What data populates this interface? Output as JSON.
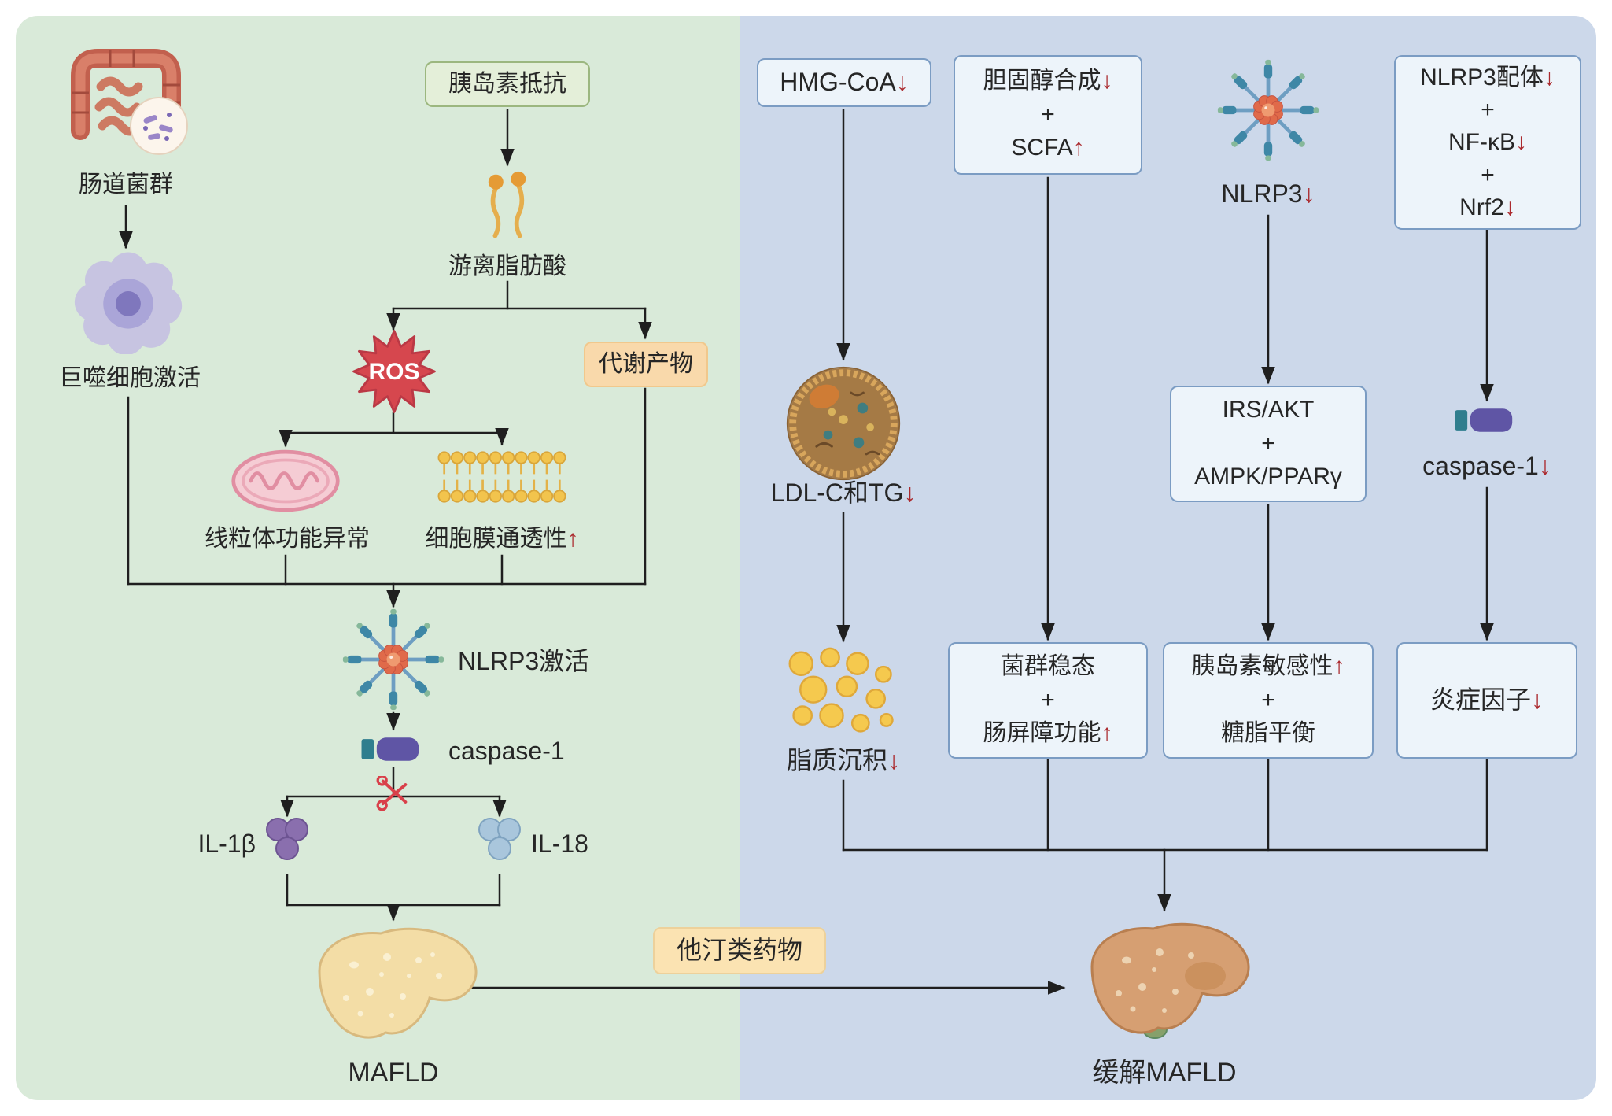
{
  "colors": {
    "left_bg": "#d9ead9",
    "right_bg": "#ccd8ea",
    "box_blue_bg": "#edf4fa",
    "box_blue_border": "#7b9cc3",
    "box_green_bg": "#e4efd9",
    "box_orange_bg": "#f9d9ab",
    "statin_box_bg": "#fbe3b2",
    "red_arrow": "#ab2a2e",
    "ros_fill": "#d6474e",
    "connector_line": "#1f1f1f"
  },
  "left": {
    "gut_label": "肠道菌群",
    "macrophage_label": "巨噬细胞激活",
    "insulin_box": "胰岛素抵抗",
    "ffa_label": "游离脂肪酸",
    "ros_label": "ROS",
    "metabolites_box": "代谢产物",
    "mito_label": "线粒体功能异常",
    "membrane_label": {
      "text": "细胞膜通透性",
      "arrow": "↑"
    },
    "nlrp3_label": "NLRP3激活",
    "caspase_label": "caspase-1",
    "il1b_label": "IL-1β",
    "il18_label": "IL-18",
    "liver_label": "MAFLD"
  },
  "statin_box": "他汀类药物",
  "right": {
    "col1": {
      "top_box": {
        "text": "HMG-CoA",
        "arrow": "↓"
      },
      "ldl_label": {
        "text": "LDL-C和TG",
        "arrow": "↓"
      },
      "lipid_label": {
        "text": "脂质沉积",
        "arrow": "↓"
      }
    },
    "col2": {
      "top_box": [
        {
          "text": "胆固醇合成",
          "arrow": "↓"
        },
        {
          "text": "+"
        },
        {
          "text": "SCFA",
          "arrow": "↑"
        }
      ],
      "bottom_box": [
        {
          "text": "菌群稳态"
        },
        {
          "text": "+"
        },
        {
          "text": "肠屏障功能",
          "arrow": "↑"
        }
      ]
    },
    "col3": {
      "nlrp3_label": {
        "text": "NLRP3",
        "arrow": "↓"
      },
      "mid_box": [
        {
          "text": "IRS/AKT"
        },
        {
          "text": "+"
        },
        {
          "text": "AMPK/PPARγ"
        }
      ],
      "bottom_box": [
        {
          "text": "胰岛素敏感性",
          "arrow": "↑"
        },
        {
          "text": "+"
        },
        {
          "text": "糖脂平衡"
        }
      ]
    },
    "col4": {
      "top_box": [
        {
          "text": "NLRP3配体",
          "arrow": "↓"
        },
        {
          "text": "+"
        },
        {
          "text": "NF-κB",
          "arrow": "↓"
        },
        {
          "text": "+"
        },
        {
          "text": "Nrf2",
          "arrow": "↓"
        }
      ],
      "caspase_label": {
        "text": "caspase-1",
        "arrow": "↓"
      },
      "bottom_box": [
        {
          "text": "炎症因子",
          "arrow": "↓"
        }
      ]
    },
    "liver_label": "缓解MAFLD"
  }
}
